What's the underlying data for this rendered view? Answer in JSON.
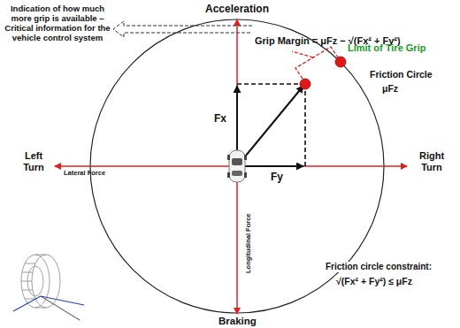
{
  "diagram": {
    "labels": [
      "Indication of how much more grip is available – Critical information for the vehicle control system",
      "Acceleration",
      "Grip Margin = μFz − √(Fx² + Fy²)",
      "Limit of Tire Grip",
      "Friction Circle",
      "μFz",
      "Fx",
      "Left Turn",
      "Right Turn",
      "Lateral Force",
      "Fy",
      "Longitudinal Force",
      "Friction circle constraint:",
      "√(Fx² + Fy²) ≤ μFz",
      "Braking"
    ]
  }
}
